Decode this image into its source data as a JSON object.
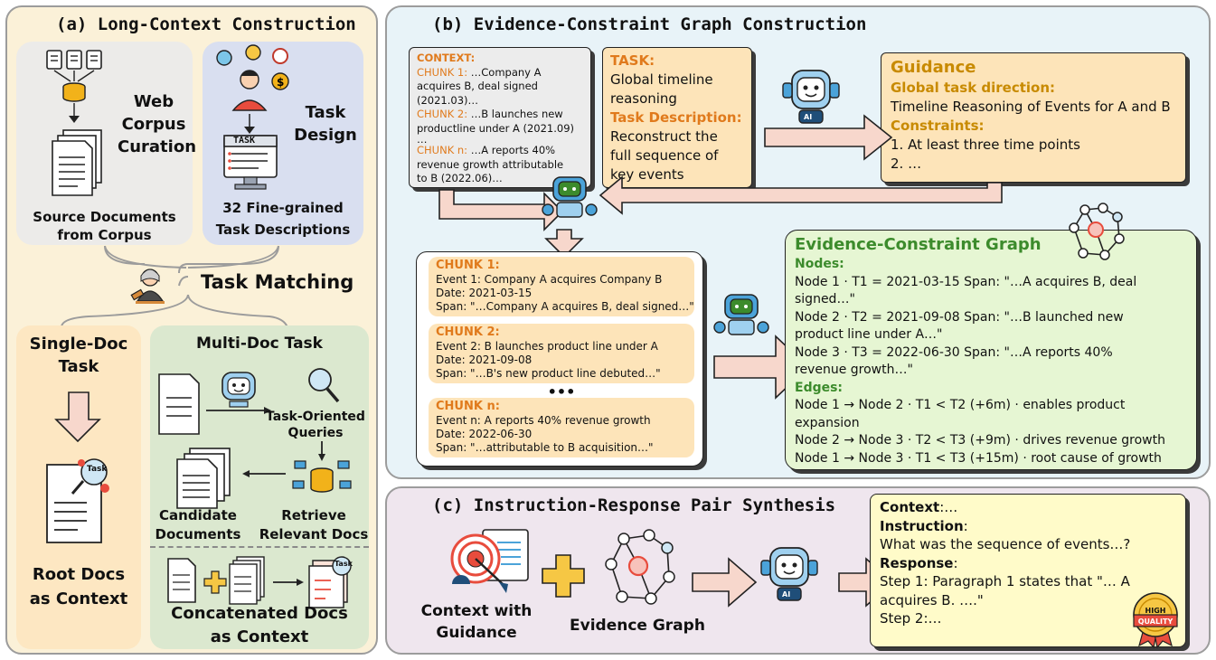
{
  "panel_a": {
    "title": "(a) Long-Context Construction",
    "web_corpus": {
      "label": [
        "Web",
        "Corpus",
        "Curation"
      ],
      "caption": [
        "Source Documents",
        "from Corpus"
      ]
    },
    "task_design": {
      "label": [
        "Task",
        "Design"
      ],
      "caption": [
        "32 Fine-grained",
        "Task Descriptions"
      ],
      "monitor_text": "TASK"
    },
    "task_matching": "Task Matching",
    "single_doc": {
      "label": [
        "Single-Doc",
        "Task"
      ],
      "caption": [
        "Root Docs",
        "as Context"
      ],
      "badge": "Task"
    },
    "multi_doc": {
      "title": "Multi-Doc Task",
      "queries": [
        "Task-Oriented",
        "Queries"
      ],
      "candidates": [
        "Candidate",
        "Documents"
      ],
      "retrieve": [
        "Retrieve",
        "Relevant Docs"
      ],
      "concat": [
        "Concatenated Docs",
        "as Context"
      ],
      "badge": "Task"
    }
  },
  "panel_b": {
    "title": "(b) Evidence-Constraint Graph Construction",
    "context_box": {
      "header": "CONTEXT:",
      "lines": [
        {
          "tag": "CHUNK 1:",
          "text": " …Company A"
        },
        {
          "tag": "",
          "text": "acquires B, deal signed"
        },
        {
          "tag": "",
          "text": "(2021.03)…"
        },
        {
          "tag": "CHUNK 2:",
          "text": " …B launches new"
        },
        {
          "tag": "",
          "text": "productline under A (2021.09)"
        },
        {
          "tag": "",
          "text": "…"
        },
        {
          "tag": "CHUNK n:",
          "text": " …A reports 40%"
        },
        {
          "tag": "",
          "text": "revenue growth attributable"
        },
        {
          "tag": "",
          "text": "to B (2022.06)…"
        }
      ]
    },
    "task_box": {
      "task_label": "TASK:",
      "task_lines": [
        "Global timeline",
        "reasoning"
      ],
      "desc_label": "Task Description:",
      "desc_lines": [
        "Reconstruct the",
        "full sequence of",
        "key events"
      ]
    },
    "guidance_box": {
      "title": "Guidance",
      "dir_label": "Global task direction:",
      "dir_text": "Timeline Reasoning of Events for A and B",
      "cons_label": "Constraints:",
      "cons_lines": [
        "1. At least three time points",
        "2. …"
      ]
    },
    "chunks": [
      {
        "tag": "CHUNK 1:",
        "lines": [
          "Event 1: Company A acquires Company B",
          "Date: 2021-03-15",
          "Span: \"…Company A acquires B, deal signed…\""
        ]
      },
      {
        "tag": "CHUNK 2:",
        "lines": [
          "Event 2: B launches product line under A",
          "Date: 2021-09-08",
          "Span: \"…B's new product line debuted…\""
        ]
      },
      {
        "tag": "CHUNK n:",
        "lines": [
          "Event n: A reports 40% revenue growth",
          "Date: 2022-06-30",
          "Span: \"…attributable to B acquisition…\""
        ]
      }
    ],
    "ellipsis": "•••",
    "graph_box": {
      "title": "Evidence-Constraint Graph",
      "nodes_label": "Nodes:",
      "node_lines": [
        "Node 1 · T1 = 2021-03-15 Span: \"…A acquires B, deal",
        "signed…\"",
        "Node 2 · T2 = 2021-09-08 Span: \"…B launched new",
        "product line under A…\"",
        "Node 3 · T3 = 2022-06-30 Span: \"…A reports 40%",
        "revenue growth…\""
      ],
      "edges_label": "Edges:",
      "edge_lines": [
        "Node 1 → Node 2 · T1 < T2 (+6m) · enables product",
        "expansion",
        "Node 2 → Node 3 · T2 < T3 (+9m) · drives revenue growth",
        "Node 1 → Node 3 · T1 < T3 (+15m) · root cause of growth"
      ]
    },
    "robot_badge": "AI"
  },
  "panel_c": {
    "title": "(c) Instruction-Response Pair Synthesis",
    "context_label": [
      "Context with",
      "Guidance"
    ],
    "graph_label": "Evidence Graph",
    "output_box": {
      "context_label": "Context",
      "context_text": ":…",
      "instr_label": "Instruction",
      "instr_colon": ":",
      "instr_text": "What was the sequence of events…?",
      "resp_label": "Response",
      "resp_colon": ":",
      "resp_lines": [
        "Step 1: Paragraph 1 states that \"… A",
        "acquires B. ….\"",
        "Step 2:…"
      ]
    },
    "badge": [
      "HIGH",
      "QUALITY"
    ]
  },
  "colors": {
    "panel_a_bg": "#fbf1d8",
    "web_bg": "#ecebe9",
    "task_design_bg": "#d9dff0",
    "single_bg": "#fde7c2",
    "multi_bg": "#dbe8cf",
    "panel_b_bg": "#e8f3f8",
    "panel_c_bg": "#efe6ee",
    "orange_box": "#fde4b9",
    "green_box": "#e6f6d3",
    "yellow_box": "#fffbc9",
    "arrow_fill": "#f7d7cc",
    "accent_orange": "#e07a1c",
    "accent_green": "#3c8b2c"
  }
}
